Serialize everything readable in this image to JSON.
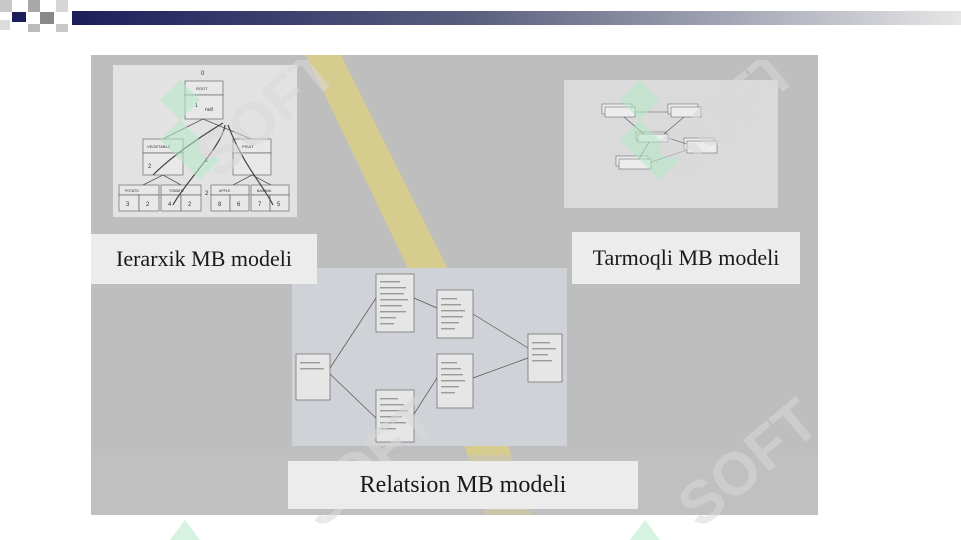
{
  "slide": {
    "captions": {
      "hierarchical": "Ierarxik MB modeli",
      "network": "Tarmoqli MB modeli",
      "relational": "Relatsion MB modeli"
    }
  },
  "hierarchy_diagram": {
    "root": "ROOT",
    "root_num": "0",
    "mid_num": "1",
    "null_label": "null",
    "left_node": "VEGETABLE",
    "right_node": "FRUIT",
    "level_num_1": "1",
    "level_num_2": "2",
    "leaves": [
      "POTATO",
      "TOMATO",
      "APPLE",
      "BANANA"
    ],
    "leaf_values": [
      "3",
      "2",
      "4",
      "2",
      "8",
      "6",
      "7",
      "5"
    ]
  },
  "watermark": {
    "text": "SOFT",
    "color": "#b5e8c8"
  },
  "colors": {
    "topbar_dark": "#1c1e5c",
    "slide_bg": "#bdbdbd",
    "road_yellow": "#d4c98c"
  }
}
